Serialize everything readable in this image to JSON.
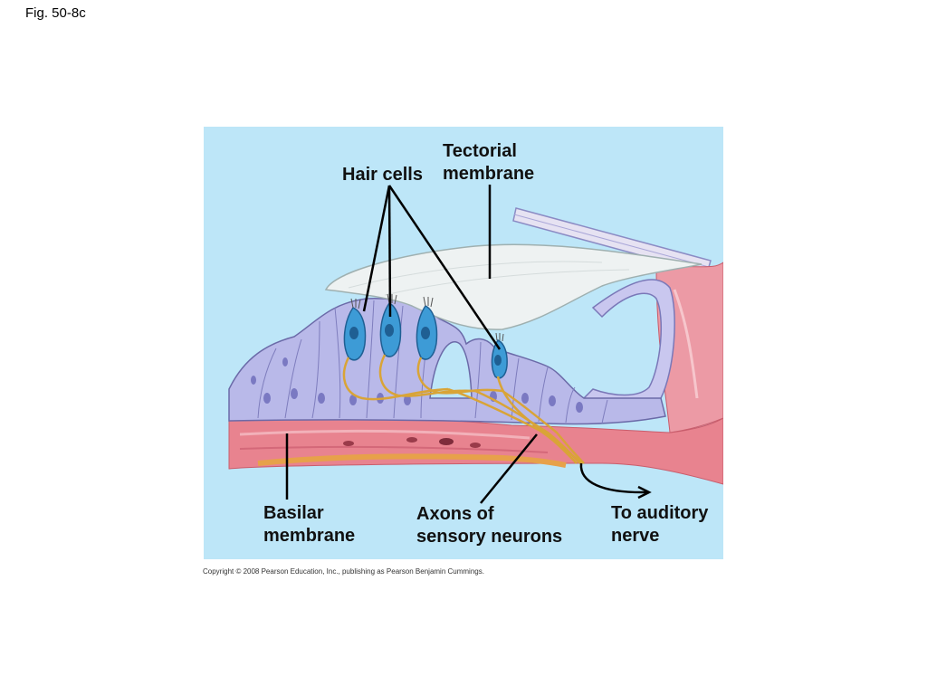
{
  "figure_label": "Fig. 50-8c",
  "labels": {
    "tectorial_membrane": "Tectorial\nmembrane",
    "hair_cells": "Hair cells",
    "basilar_membrane": "Basilar\nmembrane",
    "axons": "Axons of\nsensory neurons",
    "auditory_nerve": "To auditory\nnerve"
  },
  "copyright": "Copyright © 2008 Pearson Education, Inc., publishing as Pearson Benjamin Cummings.",
  "colors": {
    "panel_background": "#bde6f8",
    "supporting_cells": "#b9b9e9",
    "hair_cells": "#3d9bd6",
    "tectorial_membrane": "#eef2f2",
    "basilar_membrane": "#e8838f",
    "axons": "#d9a437"
  }
}
